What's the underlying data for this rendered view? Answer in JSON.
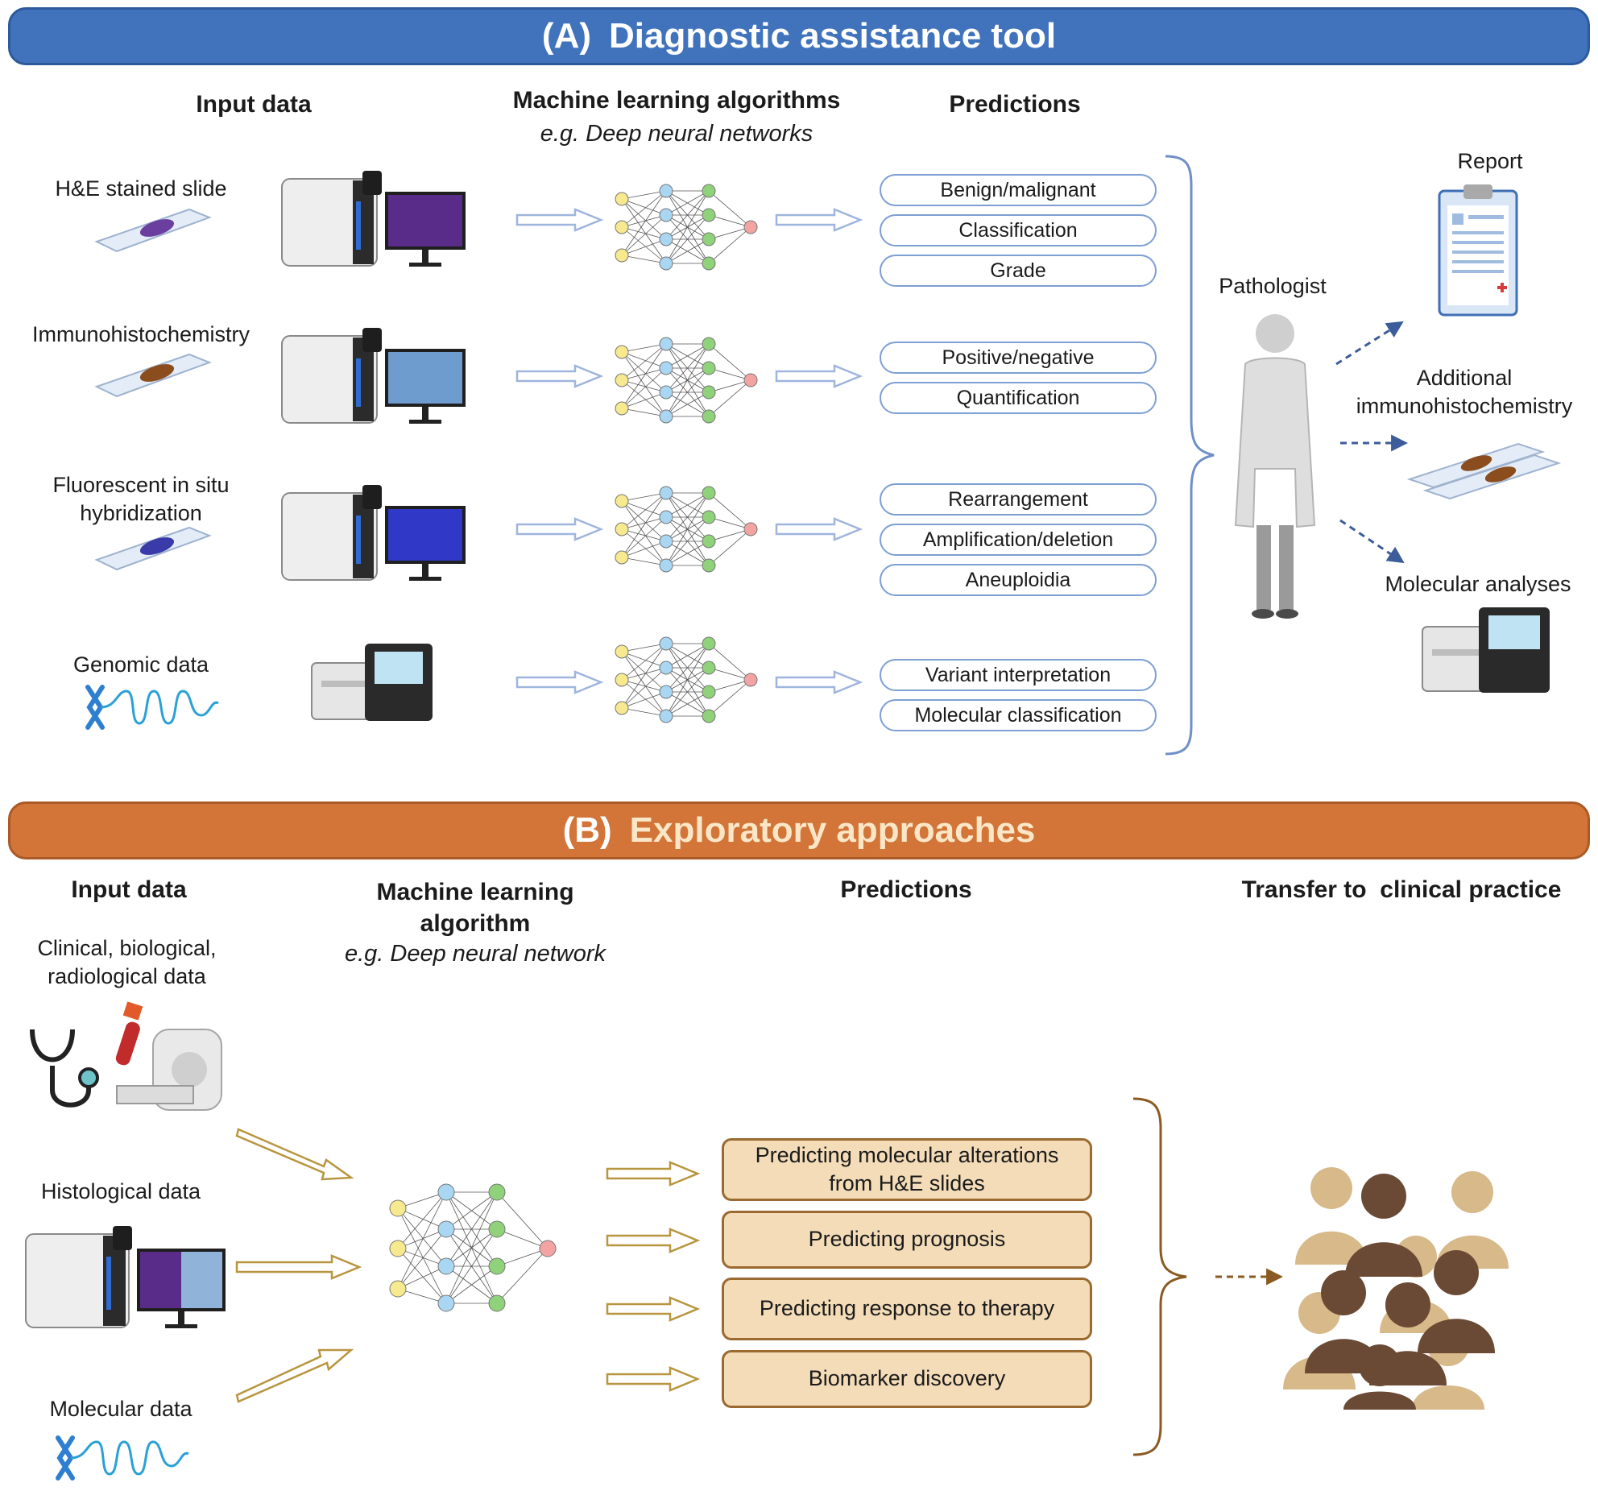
{
  "panel_a": {
    "letter": "(A)",
    "title": "Diagnostic assistance tool",
    "col_input": "Input data",
    "col_ml": "Machine learning algorithms",
    "col_ml_example": "e.g. Deep neural networks",
    "col_predictions": "Predictions",
    "rows": [
      {
        "input": "H&E stained slide",
        "predictions": [
          "Benign/malignant",
          "Classification",
          "Grade"
        ]
      },
      {
        "input": "Immunohistochemistry",
        "predictions": [
          "Positive/negative",
          "Quantification"
        ]
      },
      {
        "input": "Fluorescent in situ hybridization",
        "predictions": [
          "Rearrangement",
          "Amplification/deletion",
          "Aneuploidia"
        ]
      },
      {
        "input": "Genomic data",
        "predictions": [
          "Variant interpretation",
          "Molecular classification"
        ]
      }
    ],
    "pathologist": "Pathologist",
    "outputs": [
      "Report",
      "Additional immunohistochemistry",
      "Molecular analyses"
    ]
  },
  "panel_b": {
    "letter": "(B)",
    "title": "Exploratory approaches",
    "col_input": "Input data",
    "col_ml": "Machine learning algorithm",
    "col_ml_example": "e.g. Deep neural network",
    "col_predictions": "Predictions",
    "col_transfer": "Transfer to  clinical practice",
    "inputs": [
      "Clinical, biological, radiological  data",
      "Histological data",
      "Molecular data"
    ],
    "predictions": [
      "Predicting molecular alterations from H&E slides",
      "Predicting prognosis",
      "Predicting response to therapy",
      "Biomarker discovery"
    ]
  },
  "colors": {
    "panel_a_banner": "#4173bd",
    "panel_b_banner": "#d37539",
    "pill_border": "#7d9fd3",
    "box_fill": "#f3dcb7",
    "box_border": "#9a6a30",
    "arrow_blue": "#9fb5dd",
    "arrow_gold": "#b8953f"
  }
}
